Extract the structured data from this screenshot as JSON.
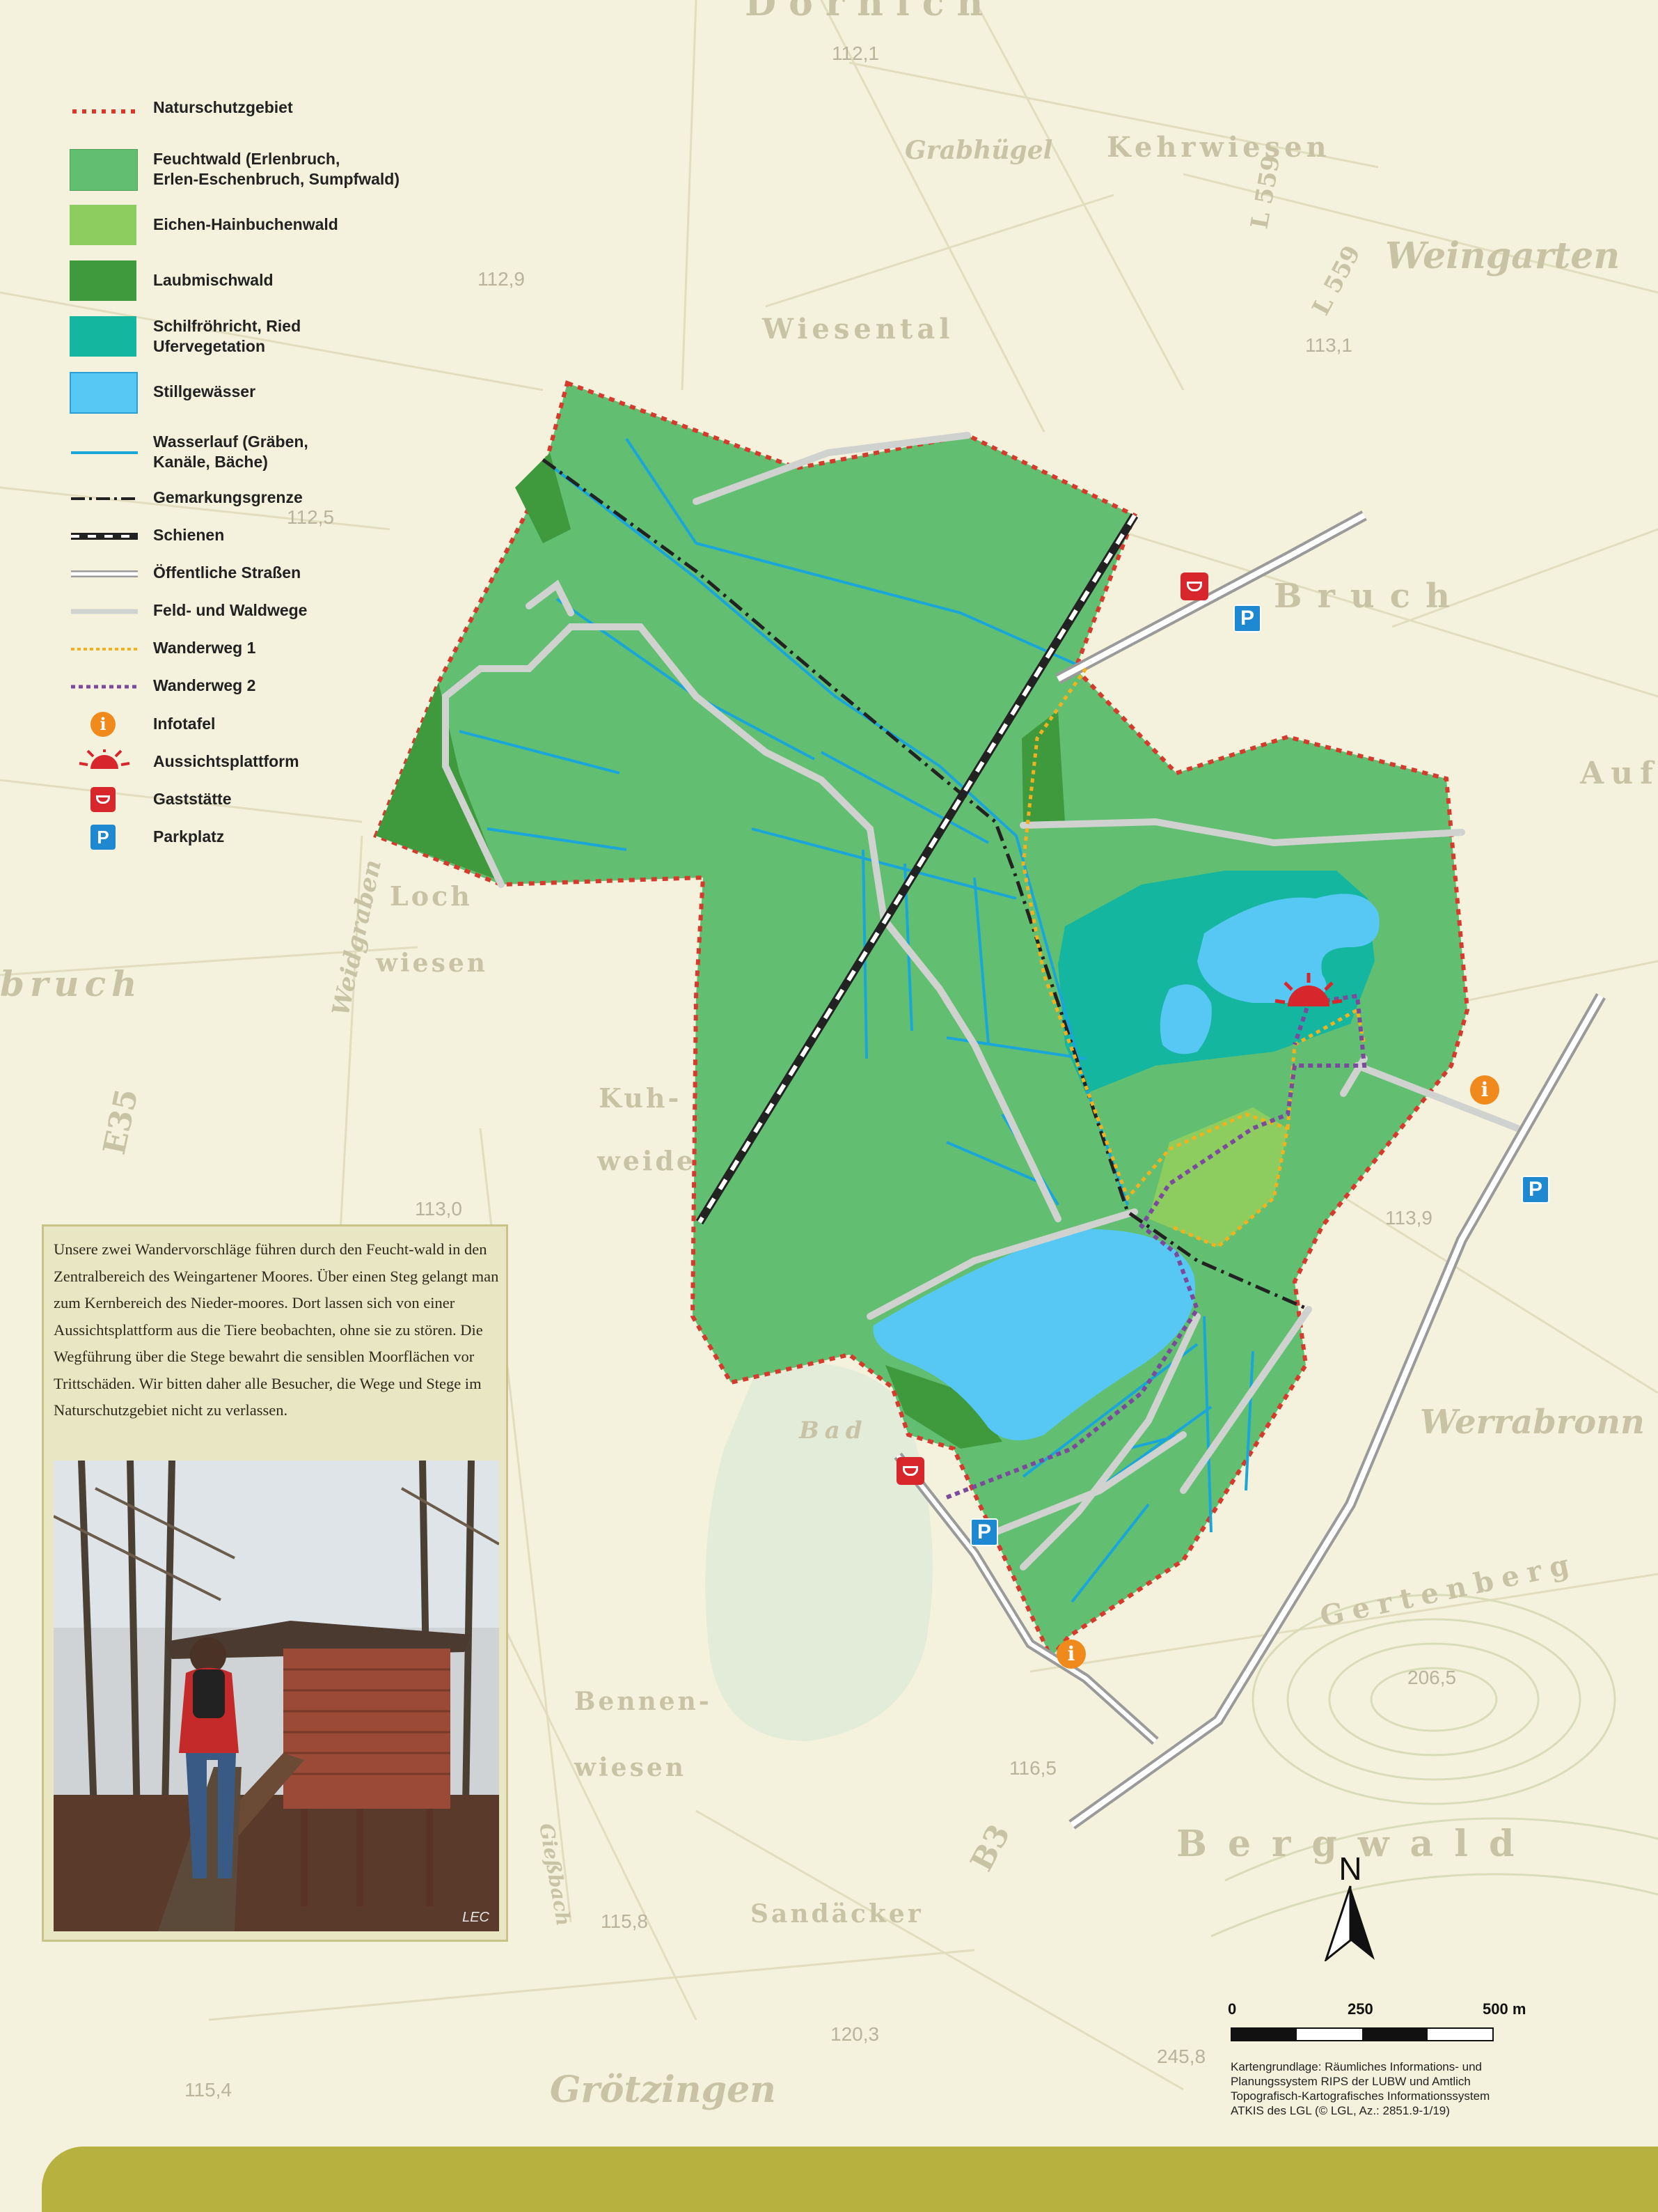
{
  "legend": {
    "items": [
      {
        "key": "naturschutzgebiet",
        "label": "Naturschutzgebiet"
      },
      {
        "key": "feuchtwald",
        "label": "Feuchtwald (Erlenbruch,\nErlen-Eschenbruch, Sumpfwald)"
      },
      {
        "key": "eichen",
        "label": "Eichen-Hainbuchenwald"
      },
      {
        "key": "laubmisch",
        "label": "Laubmischwald"
      },
      {
        "key": "schilf",
        "label": "Schilfröhricht, Ried\nUfervegetation"
      },
      {
        "key": "still",
        "label": "Stillgewässer"
      },
      {
        "key": "wasserlauf",
        "label": "Wasserlauf (Gräben,\nKanäle, Bäche)"
      },
      {
        "key": "gemarkung",
        "label": "Gemarkungsgrenze"
      },
      {
        "key": "schienen",
        "label": "Schienen"
      },
      {
        "key": "strassen",
        "label": "Öffentliche Straßen"
      },
      {
        "key": "wege",
        "label": "Feld- und Waldwege"
      },
      {
        "key": "ww1",
        "label": "Wanderweg 1"
      },
      {
        "key": "ww2",
        "label": "Wanderweg 2"
      },
      {
        "key": "infotafel",
        "label": "Infotafel"
      },
      {
        "key": "aussicht",
        "label": "Aussichtsplattform"
      },
      {
        "key": "gast",
        "label": "Gaststätte"
      },
      {
        "key": "park",
        "label": "Parkplatz"
      }
    ]
  },
  "colors": {
    "feuchtwald": "#62bf72",
    "eichen": "#8dcc5e",
    "laubmisch": "#3f9a3e",
    "schilf": "#14b6a0",
    "still": "#57c8f3",
    "wasserlauf": "#1aa6d8",
    "boundary": "#d63a2c",
    "ww1": "#f2b21e",
    "ww2": "#7b4a9c",
    "infotafel": "#f08a1d",
    "gast": "#d8262d",
    "park": "#1e88d0",
    "band": "#b7b240"
  },
  "icons": {
    "infotafel": "info-icon",
    "aussicht": "viewing-platform-icon",
    "gast": "restaurant-icon",
    "park": "parking-icon"
  },
  "icon_glyphs": {
    "info": "i",
    "parking": "P"
  },
  "map_labels": {
    "dornich": "Dornich",
    "grabhuegel": "Grabhügel",
    "kehrwiesen": "Kehrwiesen",
    "weingarten": "Weingarten",
    "wiesental": "Wiesental",
    "bruch_west": "bruch",
    "bruch": "Bruch",
    "loch": "Loch",
    "wiesen": "wiesen",
    "weidgraben": "Weidgraben",
    "kuh": "Kuh-",
    "weide": "weide",
    "auf": "Auf",
    "werrabronn": "Werrabronn",
    "bad": "Bad",
    "gertenberg": "Gertenberg",
    "bennen": "Bennen-",
    "bennen_wiesen": "wiesen",
    "bergwald": "Bergwald",
    "sandaecker": "Sandäcker",
    "groetzingen": "Grötzingen",
    "gieaubach": "Gießbach",
    "l559a": "L 559",
    "l559b": "L 559",
    "b3": "B3",
    "e35": "E35",
    "e112_1": "112,1",
    "e113_1": "113,1",
    "e112_9": "112,9",
    "e112_5": "112,5",
    "e113_0": "113,0",
    "e113_9": "113,9",
    "e206_5": "206,5",
    "e116_5": "116,5",
    "e115_8": "115,8",
    "e120_3": "120,3",
    "e115_4": "115,4",
    "e245_8": "245,8"
  },
  "info_box": {
    "text": "Unsere zwei Wandervorschläge führen durch den Feucht-wald in den Zentralbereich des Weingartener Moores. Über einen Steg gelangt man zum Kernbereich des Nieder-moores. Dort lassen sich von einer Aussichtsplattform aus die Tiere beobachten, ohne sie zu stören. Die Wegführung über die Stege bewahrt die sensiblen Moorflächen vor Trittschäden. Wir bitten daher alle Besucher, die Wege und Stege im Naturschutzgebiet nicht zu verlassen.",
    "photo_credit": "LEC"
  },
  "north": "N",
  "scale": {
    "labels": [
      "0",
      "250",
      "500 m"
    ]
  },
  "credit": "Kartengrundlage: Räumliches Informations- und\nPlanungssystem RIPS der LUBW und Amtlich\nTopografisch-Kartografisches Informationssystem\nATKIS des LGL (© LGL, Az.: 2851.9-1/19)"
}
